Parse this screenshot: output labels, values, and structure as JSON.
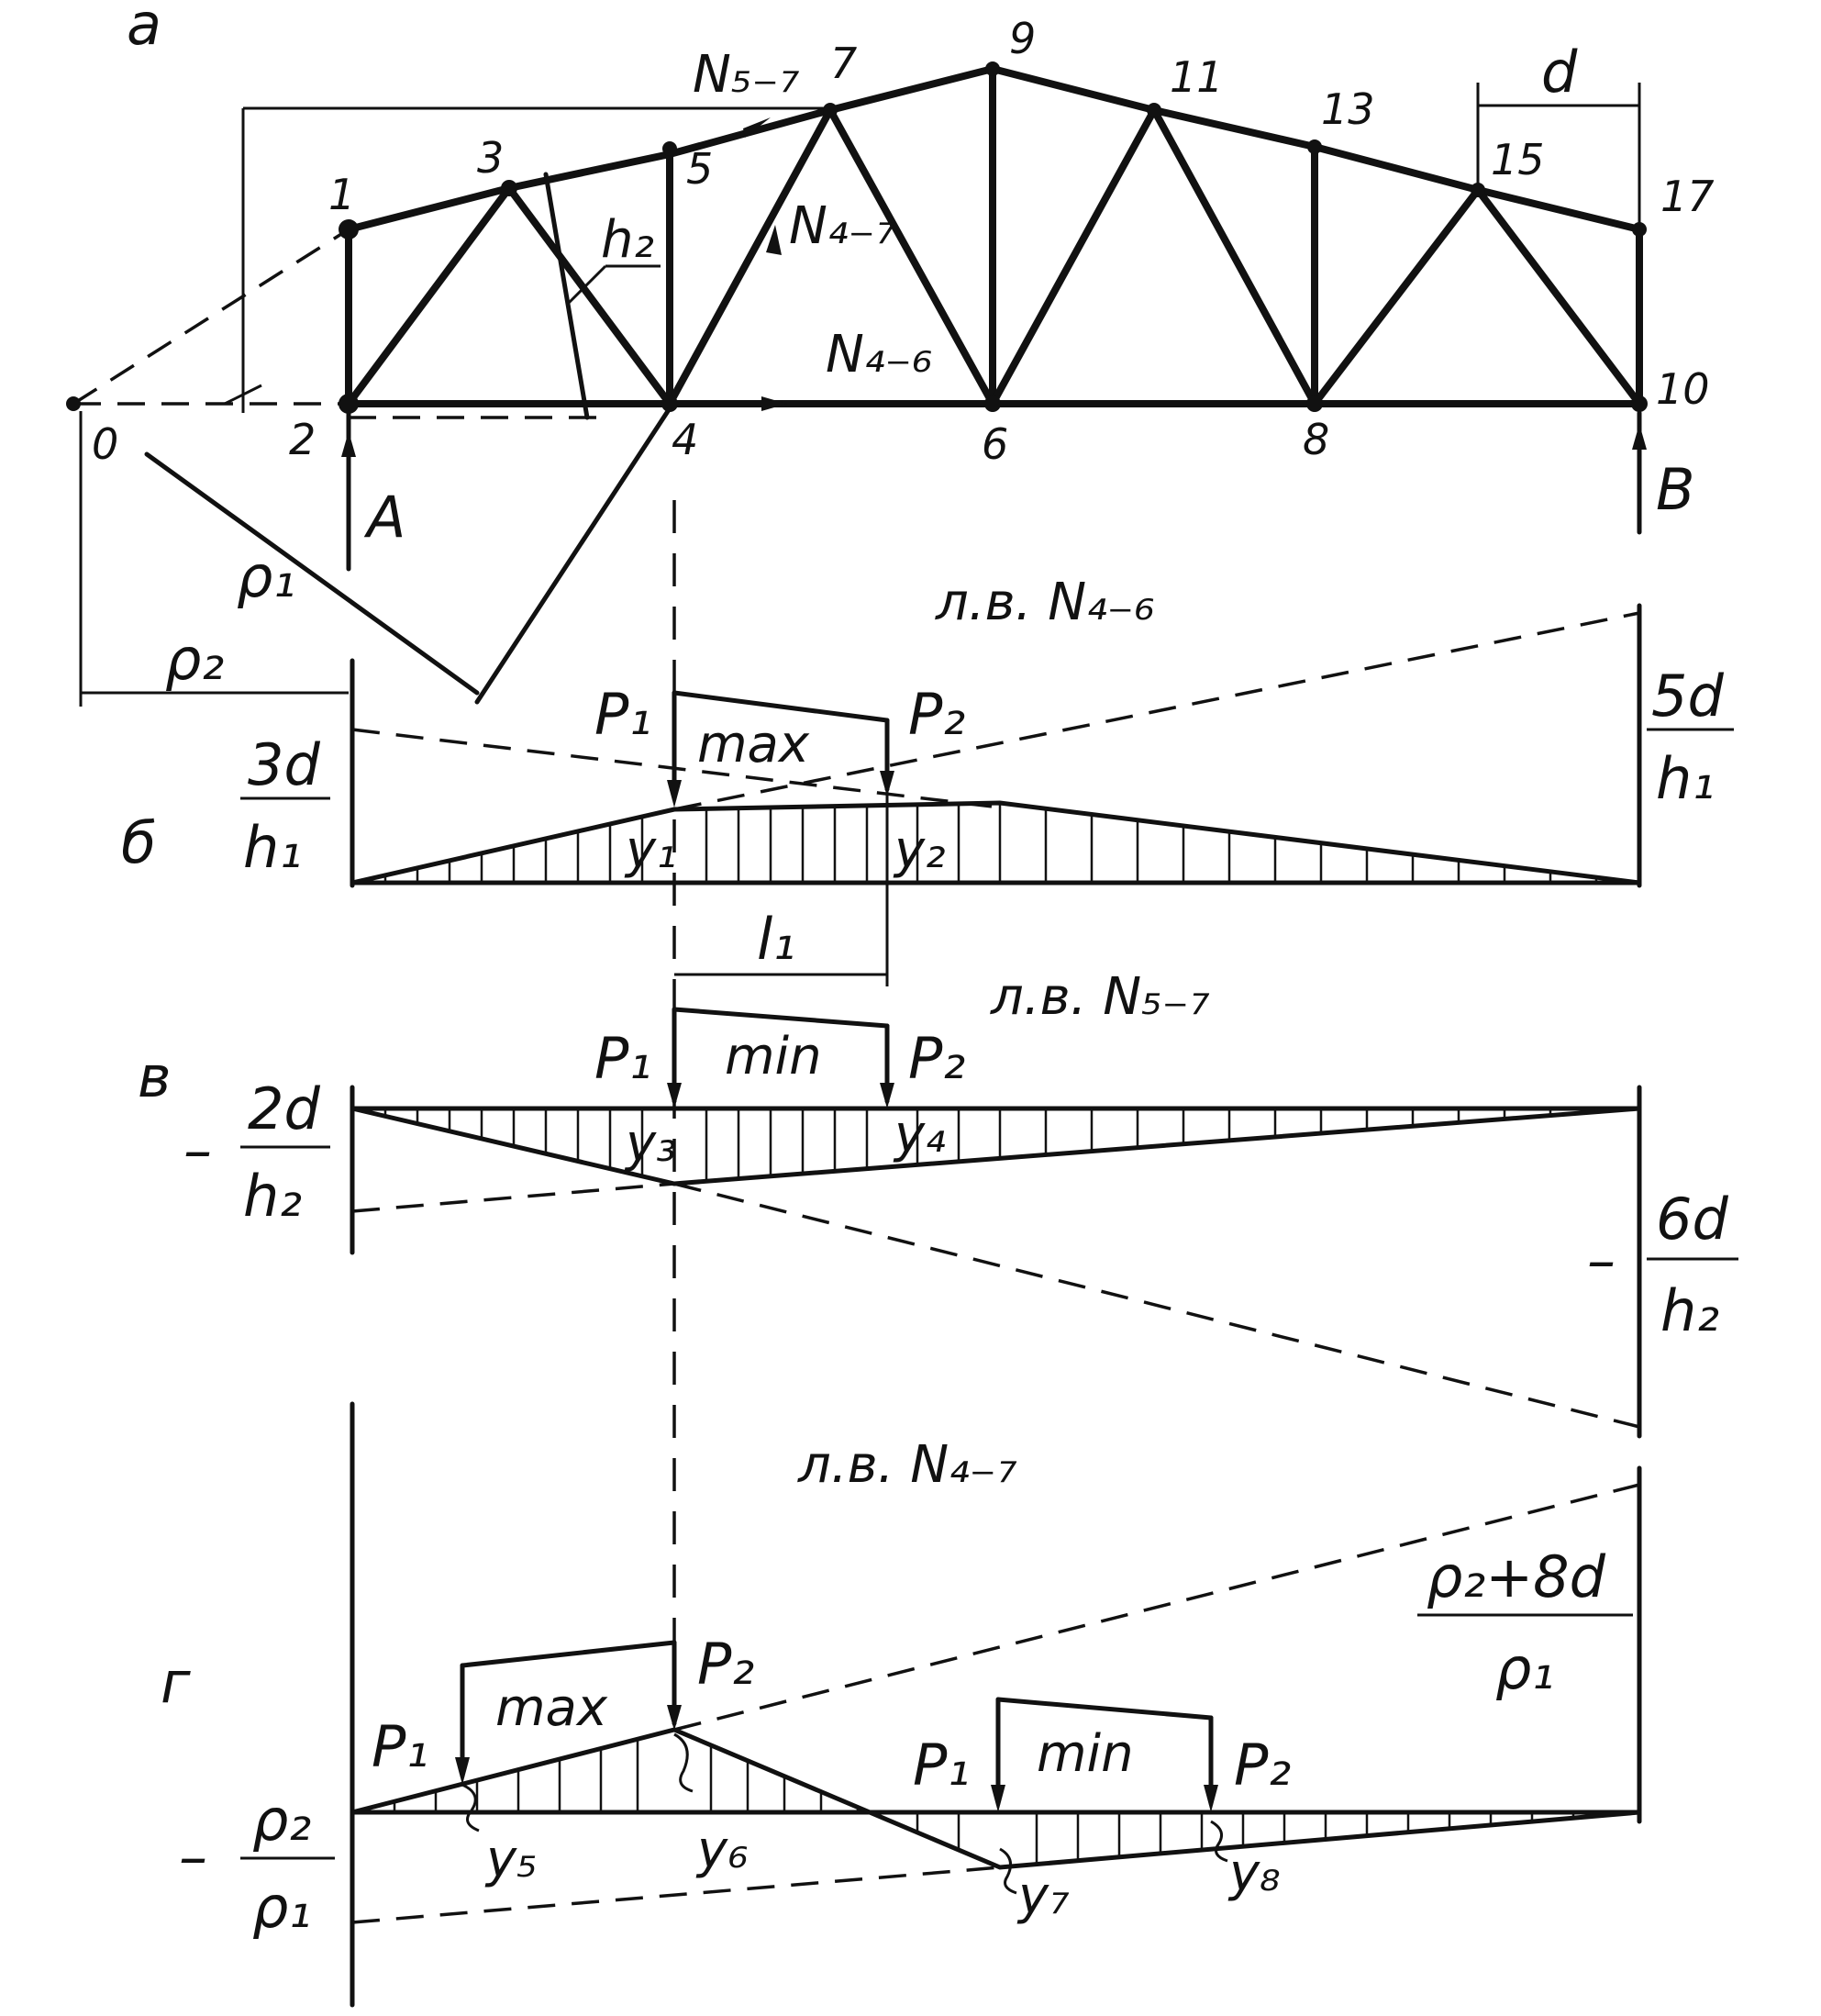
{
  "panels": {
    "a": "а",
    "b": "б",
    "v": "в",
    "g": "г"
  },
  "nodes": {
    "n0": "0",
    "n1": "1",
    "n2": "2",
    "n3": "3",
    "n4": "4",
    "n5": "5",
    "n6": "6",
    "n7": "7",
    "n8": "8",
    "n9": "9",
    "n10": "10",
    "n11": "11",
    "n13": "13",
    "n15": "15",
    "n17": "17"
  },
  "supports": {
    "A": "A",
    "B": "B"
  },
  "truss_labels": {
    "d": "d",
    "h2": "h₂",
    "r1": "ρ₁",
    "r2": "ρ₂",
    "N57": "N₅₋₇",
    "N47": "N₄₋₇",
    "N46": "N₄₋₆"
  },
  "influence_lines": [
    {
      "title": "л.в. N₄₋₆",
      "left_num": "3d",
      "left_den": "h₁",
      "right_num": "5d",
      "right_den": "h₁",
      "load_1": "P₁",
      "load_2": "P₂",
      "case": "max",
      "ordinate_1": "y₁",
      "ordinate_2": "y₂",
      "spacing": "l₁"
    },
    {
      "title": "л.в. N₅₋₇",
      "left_sign": "–",
      "left_num": "2d",
      "left_den": "h₂",
      "right_sign": "–",
      "right_num": "6d",
      "right_den": "h₂",
      "load_1": "P₁",
      "load_2": "P₂",
      "case": "min",
      "ordinate_1": "y₃",
      "ordinate_2": "y₄"
    },
    {
      "title": "л.в. N₄₋₇",
      "left_sign": "–",
      "left_num": "ρ₂",
      "left_den": "ρ₁",
      "right_num": "ρ₂+8d",
      "right_den": "ρ₁",
      "max_load_1": "P₁",
      "max_load_2": "P₂",
      "max_case": "max",
      "min_load_1": "P₁",
      "min_load_2": "P₂",
      "min_case": "min",
      "ordinate_5": "y₅",
      "ordinate_6": "y₆",
      "ordinate_7": "y₇",
      "ordinate_8": "y₈"
    }
  ]
}
